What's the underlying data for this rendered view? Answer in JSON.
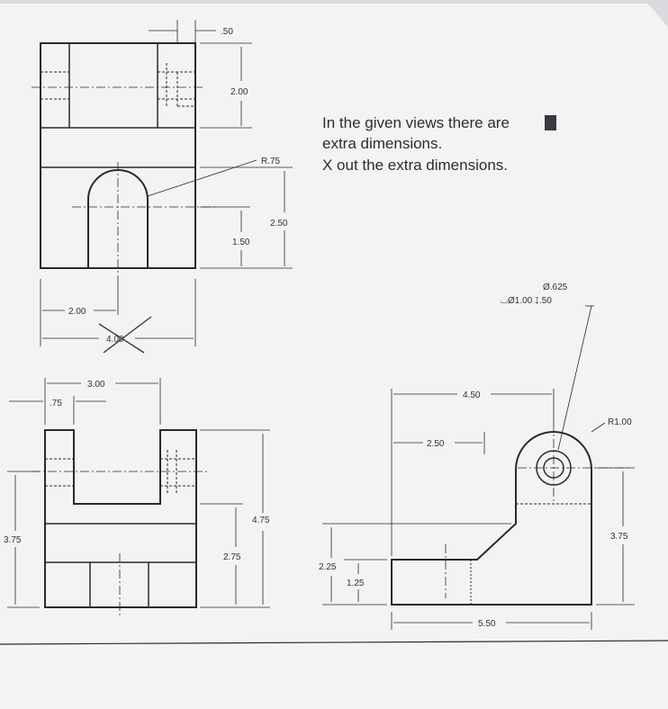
{
  "instruction": {
    "line1": "In the given views there are",
    "line2": "extra dimensions.",
    "line3": "X out the extra dimensions."
  },
  "top_view_dims": {
    "d050": ".50",
    "d200_height": "2.00",
    "r075": "R.75",
    "d250": "2.50",
    "d150": "1.50",
    "d200_width": "2.00",
    "d400_crossed": "4.00"
  },
  "front_view_dims": {
    "d300": "3.00",
    "d075": ".75",
    "d475": "4.75",
    "d275": "2.75",
    "d375": "3.75"
  },
  "side_view_dims": {
    "hole_dia": "Ø.625",
    "cbore": "⌴Ø1.00  ↧.50",
    "d450": "4.50",
    "r100": "R1.00",
    "d250": "2.50",
    "d375": "3.75",
    "d225": "2.25",
    "d125": "1.25",
    "d550": "5.50"
  },
  "colors": {
    "paper": "#f4f4f4",
    "ink": "#2a2a2a",
    "background": "#d9d9de",
    "marker": "#3a3a40"
  }
}
